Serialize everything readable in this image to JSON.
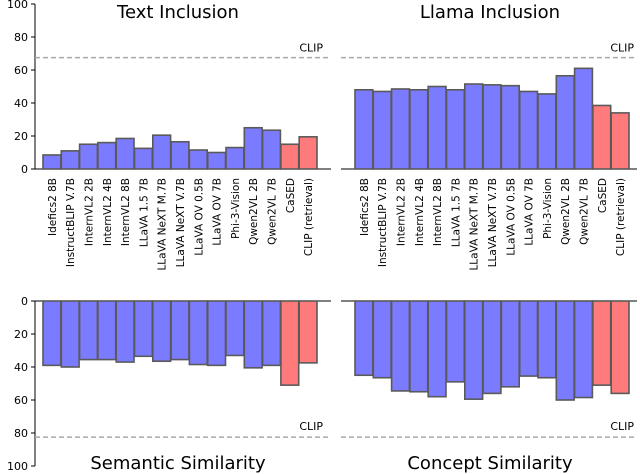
{
  "chart_data": [
    {
      "type": "bar",
      "title": "Text Inclusion",
      "categories": [
        "Idefics2 8B",
        "InstructBLIP V.7B",
        "InternVL2 2B",
        "InternVL2 4B",
        "InternVL2 8B",
        "LLaVA 1.5 7B",
        "LLaVA NeXT M.7B",
        "LLaVA NeXT V.7B",
        "LLaVA OV 0.5B",
        "LLaVA OV 7B",
        "Phi-3-Vision",
        "Qwen2VL 2B",
        "Qwen2VL 7B",
        "CaSED",
        "CLIP (retrieval)"
      ],
      "values": [
        8.5,
        11,
        15,
        16,
        18.5,
        12.5,
        20.5,
        16.5,
        11.5,
        10,
        13,
        25,
        23.5,
        15,
        19.5
      ],
      "ylim": [
        0,
        100
      ],
      "yticks": [
        "0",
        "20",
        "40",
        "60",
        "80",
        "100"
      ],
      "reference_line": {
        "label": "CLIP",
        "value": 67.5
      },
      "orientation": "up",
      "show_tick_labels": true
    },
    {
      "type": "bar",
      "title": "Llama Inclusion",
      "categories": [
        "Idefics2 8B",
        "InstructBLIP V.7B",
        "InternVL2 2B",
        "InternVL2 4B",
        "InternVL2 8B",
        "LLaVA 1.5 7B",
        "LLaVA NeXT M.7B",
        "LLaVA NeXT V.7B",
        "LLaVA OV 0.5B",
        "LLaVA OV 7B",
        "Phi-3-Vision",
        "Qwen2VL 2B",
        "Qwen2VL 7B",
        "CaSED",
        "CLIP (retrieval)"
      ],
      "values": [
        48,
        47,
        48.5,
        48,
        50,
        48,
        51.5,
        51,
        50.5,
        47,
        45.5,
        56.5,
        61,
        38.5,
        34
      ],
      "ylim": [
        0,
        100
      ],
      "reference_line": {
        "label": "CLIP",
        "value": 67.5
      },
      "orientation": "up",
      "show_tick_labels": false
    },
    {
      "type": "bar",
      "title": "Semantic Similarity",
      "categories": [
        "Idefics2 8B",
        "InstructBLIP V.7B",
        "InternVL2 2B",
        "InternVL2 4B",
        "InternVL2 8B",
        "LLaVA 1.5 7B",
        "LLaVA NeXT M.7B",
        "LLaVA NeXT V.7B",
        "LLaVA OV 0.5B",
        "LLaVA OV 7B",
        "Phi-3-Vision",
        "Qwen2VL 2B",
        "Qwen2VL 7B",
        "CaSED",
        "CLIP (retrieval)"
      ],
      "values": [
        39,
        40,
        35.5,
        35.5,
        37,
        33.5,
        36.5,
        35.5,
        38.5,
        39,
        33,
        40.5,
        39,
        51,
        37.5
      ],
      "ylim": [
        0,
        100
      ],
      "yticks": [
        "0",
        "20",
        "40",
        "60",
        "80",
        "100"
      ],
      "reference_line": {
        "label": "CLIP",
        "value": 82.5
      },
      "orientation": "down",
      "show_tick_labels": true
    },
    {
      "type": "bar",
      "title": "Concept Similarity",
      "categories": [
        "Idefics2 8B",
        "InstructBLIP V.7B",
        "InternVL2 2B",
        "InternVL2 4B",
        "InternVL2 8B",
        "LLaVA 1.5 7B",
        "LLaVA NeXT M.7B",
        "LLaVA NeXT V.7B",
        "LLaVA OV 0.5B",
        "LLaVA OV 7B",
        "Phi-3-Vision",
        "Qwen2VL 2B",
        "Qwen2VL 7B",
        "CaSED",
        "CLIP (retrieval)"
      ],
      "values": [
        45,
        46.5,
        54.5,
        55,
        58,
        49,
        59.5,
        56,
        52,
        45.5,
        46.5,
        60,
        58.5,
        51,
        56
      ],
      "ylim": [
        0,
        100
      ],
      "reference_line": {
        "label": "CLIP",
        "value": 82.5
      },
      "orientation": "down",
      "show_tick_labels": false
    }
  ],
  "colors": {
    "model_bar": "#7b7bff",
    "baseline_bar": "#ff7b7b",
    "bar_edge": "#5a5a5a",
    "reference_line": "#a8a8a8"
  }
}
